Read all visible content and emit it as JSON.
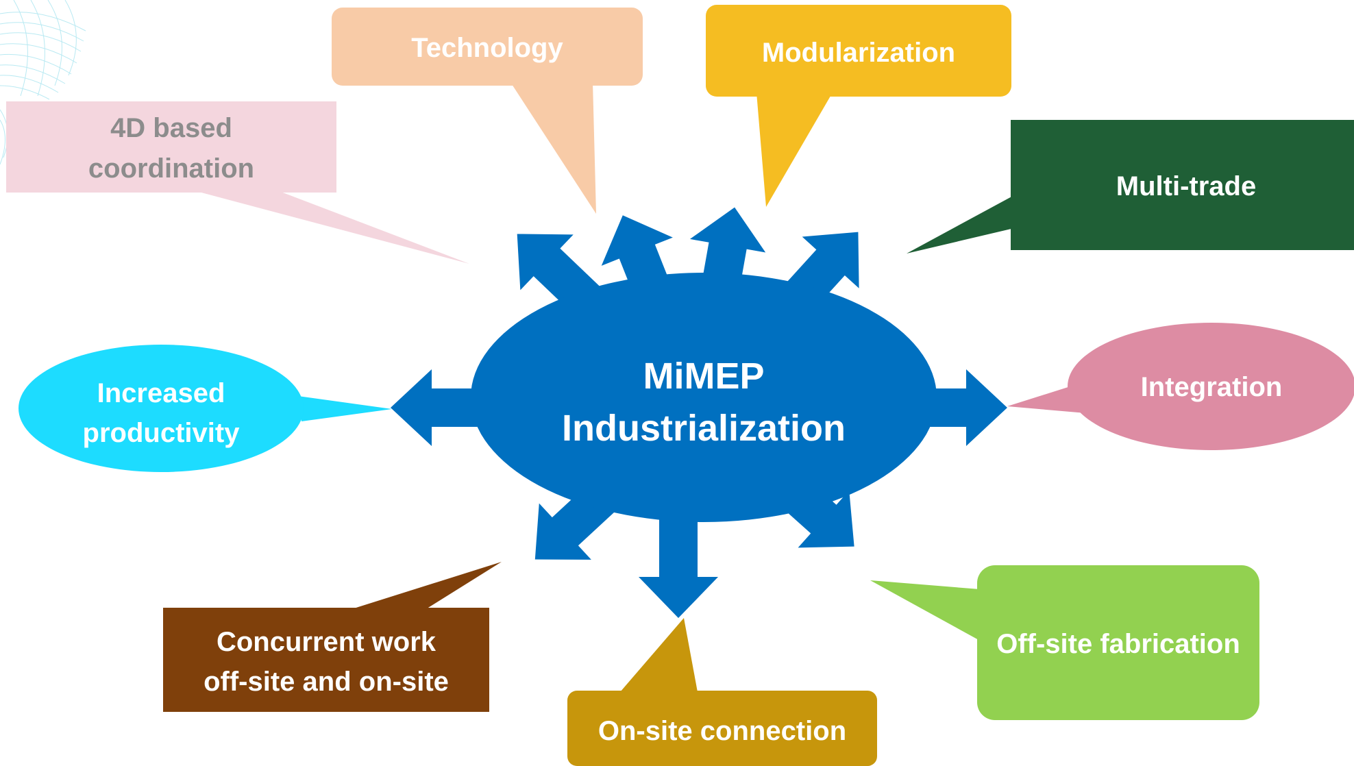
{
  "center": {
    "line1": "MiMEP",
    "line2": "Industrialization",
    "color": "#0070C0"
  },
  "nodes": {
    "technology": {
      "label": "Technology",
      "color": "#F8CBA7"
    },
    "modularization": {
      "label": "Modularization",
      "color": "#F5BD22"
    },
    "coordination": {
      "line1": "4D based",
      "line2": "coordination",
      "color": "#F4D6DE",
      "text_color": "#8C8C8C"
    },
    "multi_trade": {
      "label": "Multi-trade",
      "color": "#1F5F36"
    },
    "integration": {
      "label": "Integration",
      "color": "#DD8CA3"
    },
    "productivity": {
      "line1": "Increased",
      "line2": "productivity",
      "color": "#1DDCFF"
    },
    "concurrent": {
      "line1": "Concurrent work",
      "line2": "off-site and on-site",
      "color": "#7F400B"
    },
    "onsite": {
      "label": "On-site connection",
      "color": "#C7960C"
    },
    "offsite": {
      "label": "Off-site fabrication",
      "color": "#92D150"
    }
  }
}
